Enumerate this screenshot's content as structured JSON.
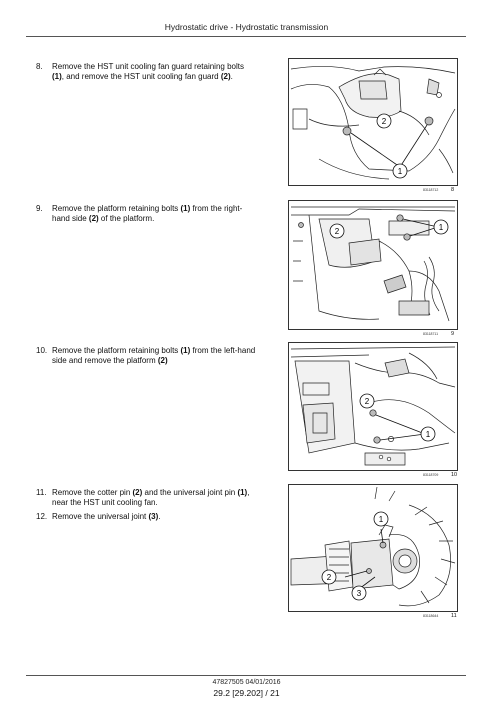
{
  "header": {
    "title": "Hydrostatic drive - Hydrostatic transmission"
  },
  "steps": [
    {
      "number": "8.",
      "parts": [
        "Remove the HST unit cooling fan guard retaining bolts ",
        "(1)",
        ", and remove the HST unit cooling fan guard ",
        "(2)",
        "."
      ]
    },
    {
      "number": "9.",
      "parts": [
        "Remove the platform retaining bolts ",
        "(1)",
        " from the right-hand side ",
        "(2)",
        " of the platform."
      ]
    },
    {
      "number": "10.",
      "parts": [
        "Remove the platform retaining bolts ",
        "(1)",
        " from the left-hand side and remove the platform ",
        "(2)",
        ""
      ]
    },
    {
      "number": "11.",
      "parts": [
        "Remove the cotter pin ",
        "(2)",
        " and the universal joint pin ",
        "(1)",
        ", near the HST unit cooling fan."
      ]
    },
    {
      "number": "12.",
      "parts": [
        "Remove the universal joint ",
        "(3)",
        "."
      ]
    }
  ],
  "figures": [
    {
      "id": "83118712",
      "number": "8",
      "callouts": [
        "1",
        "2"
      ]
    },
    {
      "id": "83118711",
      "number": "9",
      "callouts": [
        "1",
        "2"
      ]
    },
    {
      "id": "83118709",
      "number": "10",
      "callouts": [
        "1",
        "2"
      ]
    },
    {
      "id": "83118644",
      "number": "11",
      "callouts": [
        "1",
        "2",
        "3"
      ]
    }
  ],
  "footer": {
    "doc": "47827505 04/01/2016",
    "page": "29.2 [29.202] / 21"
  }
}
